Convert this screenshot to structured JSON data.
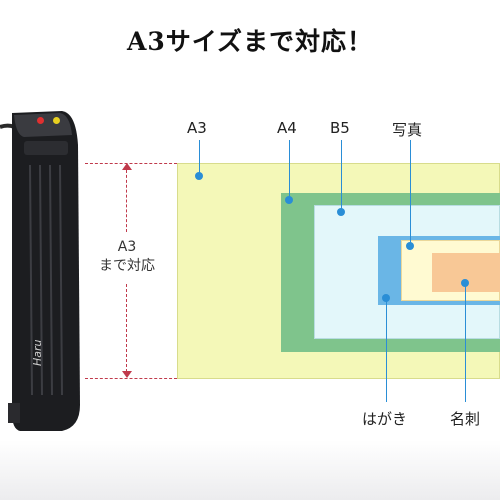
{
  "headline": "A3サイズまで対応！",
  "labels": {
    "a3": "A3",
    "a4": "A4",
    "b5": "B5",
    "photo": "写真",
    "postcard": "はがき",
    "business_card": "名刺"
  },
  "measure": {
    "line1": "A3",
    "line2": "まで対応"
  },
  "brand": "Haru",
  "colors": {
    "a3": "#f4f8b8",
    "a4": "#7fc48c",
    "b5": "#e3f7fa",
    "photo": "#fffad2",
    "postcard": "#6ab6e6",
    "business_card": "#f8c896",
    "marker": "#2a8ed6",
    "dashed_guide": "#c0394b",
    "device_body": "#1c1d20"
  }
}
